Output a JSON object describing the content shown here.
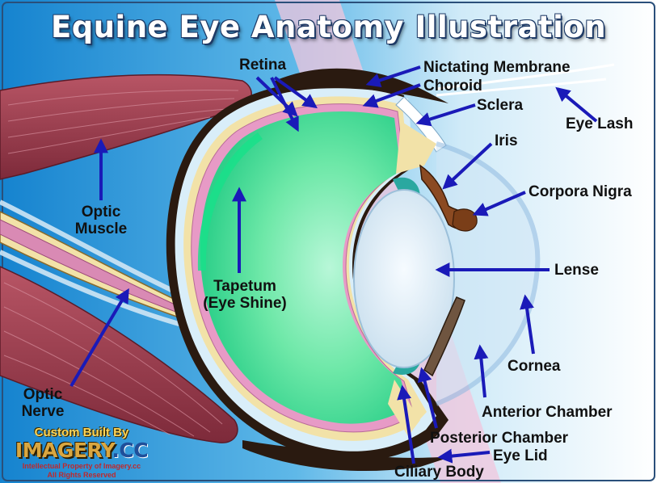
{
  "title": "Equine Eye Anatomy Illustration",
  "labels": {
    "retina": "Retina",
    "nictating_membrane": "Nictating Membrane",
    "choroid": "Choroid",
    "sclera": "Sclera",
    "eye_lash": "Eye Lash",
    "iris": "Iris",
    "corpora_nigra": "Corpora Nigra",
    "optic_muscle_1": "Optic",
    "optic_muscle_2": "Muscle",
    "tapetum_1": "Tapetum",
    "tapetum_2": "(Eye Shine)",
    "lense": "Lense",
    "cornea": "Cornea",
    "optic_nerve_1": "Optic",
    "optic_nerve_2": "Nerve",
    "anterior_chamber": "Anterior Chamber",
    "posterior_chamber": "Posterior Chamber",
    "eye_lid": "Eye Lid",
    "ciliary_body": "Ciliary Body"
  },
  "credit": {
    "custom_built_by": "Custom Built By",
    "logo_main": "IMAGERY",
    "logo_dot": ".CC",
    "ip_line": "Intellectual Property of Imagery.cc",
    "rights_line": "All Rights Reserved"
  },
  "colors": {
    "background_blue": "#1c8fd6",
    "vitreous_green": "#5ee6a0",
    "retina_pink": "#e79ac6",
    "choroid_brown": "#3a2414",
    "iris_brown": "#8b4a22",
    "sclera_cream": "#f2e2a8",
    "muscle_red": "#9c3a4a",
    "arrow_blue": "#1a1ab8"
  }
}
